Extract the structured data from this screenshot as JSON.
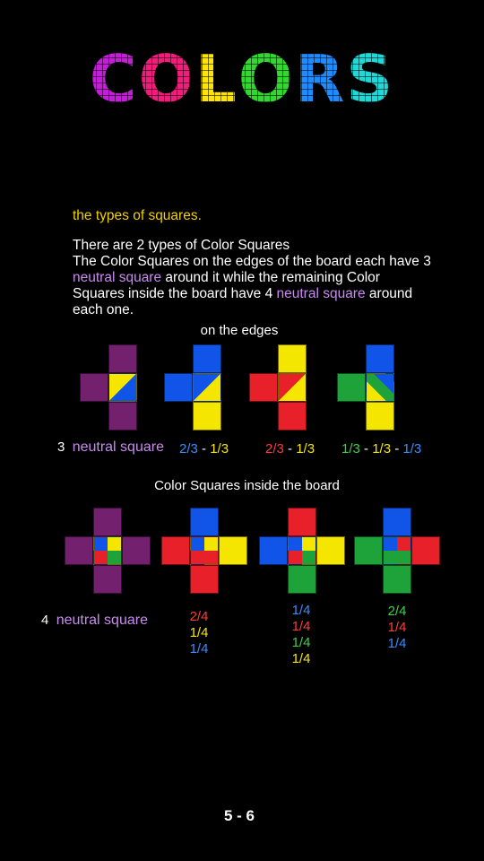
{
  "title": {
    "letters": [
      {
        "char": "C",
        "color": "#c51ed8"
      },
      {
        "char": "O",
        "color": "#f01d7a"
      },
      {
        "char": "L",
        "color": "#ffe400"
      },
      {
        "char": "O",
        "color": "#34d632"
      },
      {
        "char": "R",
        "color": "#1e8cff"
      },
      {
        "char": "S",
        "color": "#1fd8d8"
      }
    ]
  },
  "colors": {
    "neutral": "#73206f",
    "blue": "#1155e8",
    "yellow": "#f5e600",
    "red": "#e8202a",
    "green": "#1ea23a",
    "heading": "#f0d000",
    "highlight": "#c98af0",
    "blue_text": "#3a8cff",
    "yellow_text": "#f5e600",
    "red_text": "#ff3a3a",
    "green_text": "#3ed04a"
  },
  "section_heading": "the types of squares.",
  "intro": {
    "line1": "There are 2 types of Color Squares",
    "line2": "The Color Squares on the edges of the board each have 3",
    "hl1": "neutral square",
    "line3": "around it while the remaining Color",
    "line4a": "Squares inside the board have 4",
    "hl2": "neutral square",
    "line4b": "around",
    "line5": "each one."
  },
  "edges": {
    "heading": "on the edges",
    "count": "3",
    "neutral_label": "neutral square",
    "f2": {
      "a": "2/3",
      "sep": " - ",
      "b": "1/3"
    },
    "f3": {
      "a": "2/3",
      "sep": " - ",
      "b": "1/3"
    },
    "f4": {
      "a": "1/3",
      "sep1": " - ",
      "b": "1/3",
      "sep2": " - ",
      "c": "1/3"
    }
  },
  "inside": {
    "heading": "Color Squares inside the board",
    "count": "4",
    "neutral_label": "neutral square",
    "s2": [
      "2/4",
      "1/4",
      "1/4"
    ],
    "s3": [
      "1/4",
      "1/4",
      "1/4",
      "1/4"
    ],
    "s4": [
      "2/4",
      "1/4",
      "1/4"
    ]
  },
  "page_indicator": "5 - 6"
}
